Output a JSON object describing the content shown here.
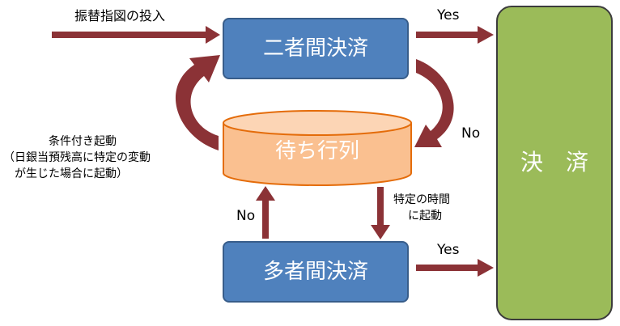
{
  "nodes": {
    "bilateral": {
      "label": "二者間決済",
      "color": "#4f81bd",
      "border": "#385d8a"
    },
    "multilateral": {
      "label": "多者間決済",
      "color": "#4f81bd",
      "border": "#385d8a"
    },
    "queue": {
      "label": "待ち行列",
      "color": "#fac090",
      "border": "#e46c0a"
    },
    "settlement": {
      "label": "決　済",
      "color": "#9bbb59",
      "border": "#404040"
    }
  },
  "edges": {
    "input": "振替指図の投入",
    "bilateral_yes": "Yes",
    "bilateral_no": "No",
    "multilateral_yes": "Yes",
    "multilateral_no": "No",
    "timed_line1": "特定の時間",
    "timed_line2": "に起動",
    "conditional_line1": "条件付き起動",
    "conditional_line2": "（日銀当預残高に特定の変動",
    "conditional_line3": "が生じた場合に起動）"
  },
  "arrow_color": "#8b3236"
}
